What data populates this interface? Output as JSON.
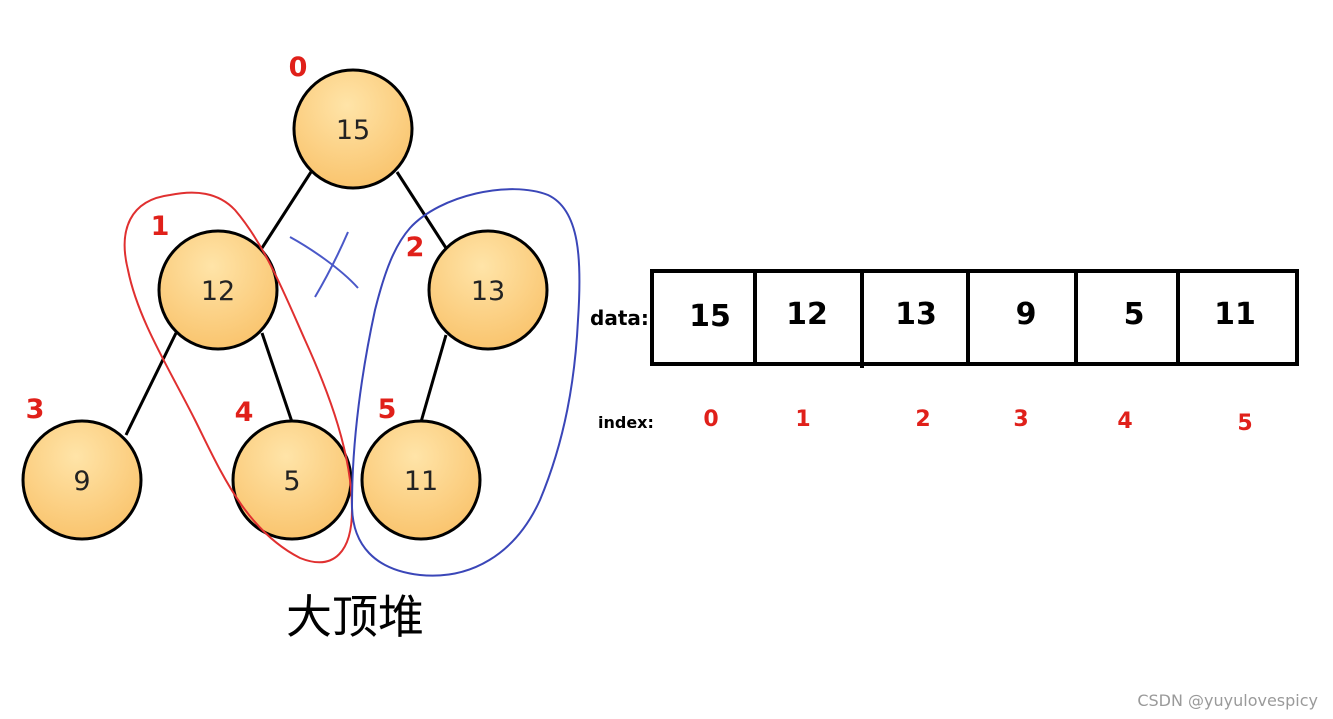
{
  "caption": "大顶堆",
  "watermark": "CSDN @yuyulovespicy",
  "array": {
    "data_label": "data:",
    "index_label": "index:",
    "values": [
      "15",
      "12",
      "13",
      "9",
      "5",
      "11"
    ],
    "indices": [
      "0",
      "1",
      "2",
      "3",
      "4",
      "5"
    ]
  },
  "tree": {
    "nodes": [
      {
        "index": "0",
        "value": "15"
      },
      {
        "index": "1",
        "value": "12"
      },
      {
        "index": "2",
        "value": "13"
      },
      {
        "index": "3",
        "value": "9"
      },
      {
        "index": "4",
        "value": "5"
      },
      {
        "index": "5",
        "value": "11"
      }
    ]
  },
  "colors": {
    "node_fill_light": "#ffe4a8",
    "node_fill_dark": "#f9c26a",
    "index_red": "#e0201a",
    "red_loop": "#e03030",
    "blue_loop": "#3a46b8",
    "cross": "#4a58c8"
  }
}
